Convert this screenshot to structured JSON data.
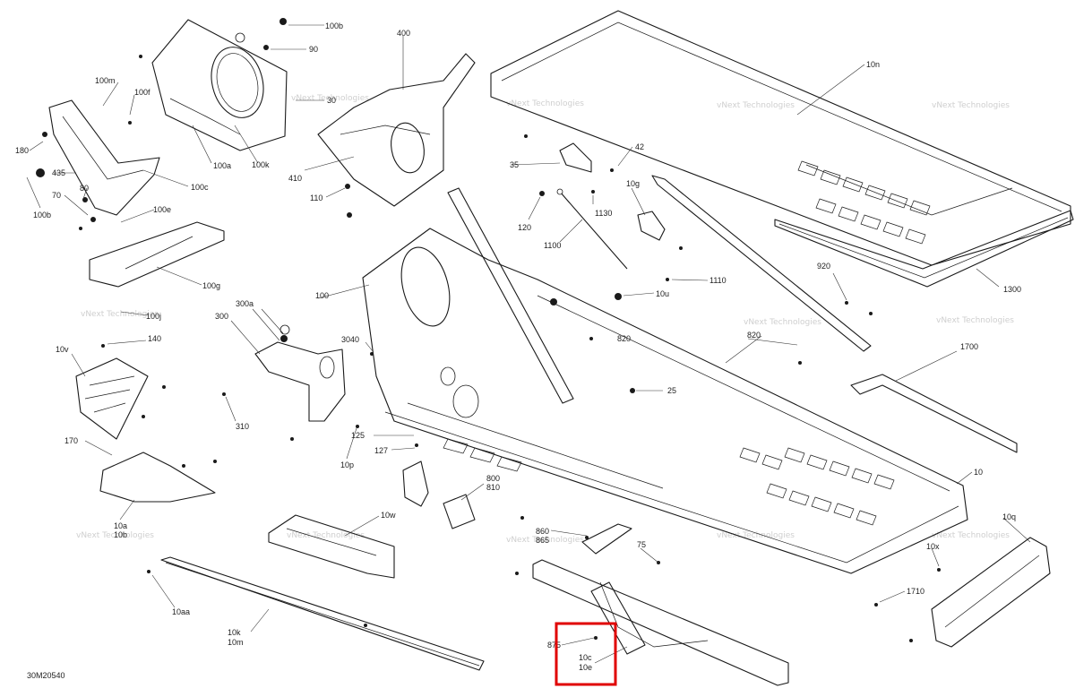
{
  "diagram_code": "30M20540",
  "watermark": "vNext Technologies",
  "highlight_color": "#e00000",
  "callouts": {
    "c100b_top": "100b",
    "c90": "90",
    "c30": "30",
    "c100m": "100m",
    "c100f": "100f",
    "c180": "180",
    "c435": "435",
    "c80": "80",
    "c70": "70",
    "c100b_left": "100b",
    "c100a": "100a",
    "c100k": "100k",
    "c100c": "100c",
    "c100e": "100e",
    "c100g": "100g",
    "c100j": "100j",
    "c400": "400",
    "c410": "410",
    "c110": "110",
    "c35": "35",
    "c42": "42",
    "c10n": "10n",
    "c10g": "10g",
    "c120": "120",
    "c1130": "1130",
    "c1100": "1100",
    "c1110": "1110",
    "c10u": "10u",
    "c920": "920",
    "c1300": "1300",
    "c300a": "300a",
    "c300": "300",
    "c100": "100",
    "c3040": "3040",
    "c140": "140",
    "c10v": "10v",
    "c310": "310",
    "c820_mid": "820",
    "c820_right": "820",
    "c25": "25",
    "c1700": "1700",
    "c170": "170",
    "c125": "125",
    "c127": "127",
    "c10p": "10p",
    "c800": "800",
    "c810": "810",
    "c10": "10",
    "c10a": "10a",
    "c10b": "10b",
    "c10w": "10w",
    "c860": "860",
    "c865": "865",
    "c75": "75",
    "c10q": "10q",
    "c10x": "10x",
    "c10aa": "10aa",
    "c10k": "10k",
    "c10m": "10m",
    "c1710": "1710",
    "c875": "875",
    "c10c": "10c",
    "c10e": "10e"
  }
}
